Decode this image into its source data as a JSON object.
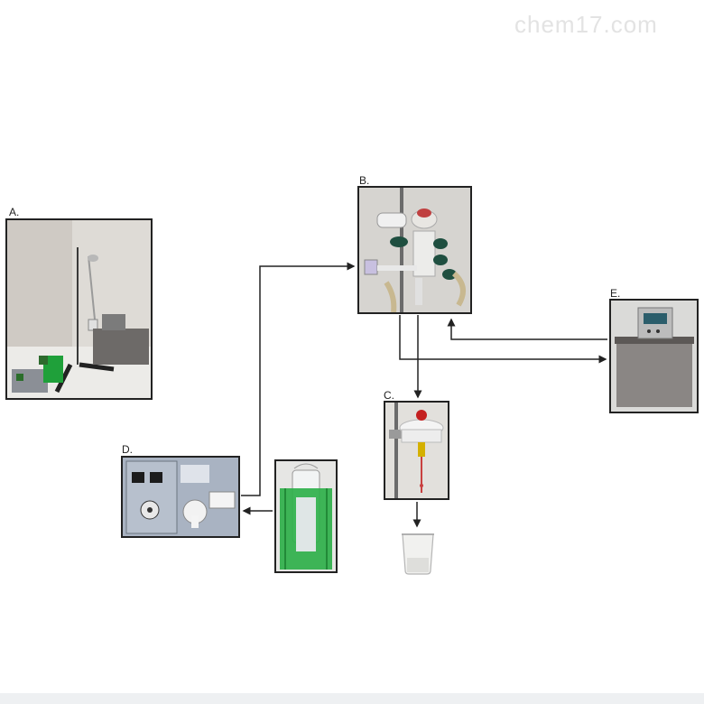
{
  "watermark": "chem17.com",
  "panels": {
    "a": {
      "label": "A."
    },
    "b": {
      "label": "B."
    },
    "c": {
      "label": "C."
    },
    "d": {
      "label": "D."
    },
    "e": {
      "label": "E."
    }
  }
}
